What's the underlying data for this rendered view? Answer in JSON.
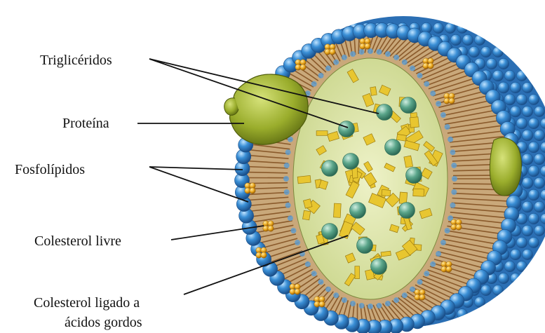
{
  "labels": {
    "triglycerides": "Triglicéridos",
    "protein": "Proteína",
    "phospholipids": "Fosfolípidos",
    "free_cholesterol": "Colesterol livre",
    "esterified_cholesterol_line1": "Colesterol ligado a",
    "esterified_cholesterol_line2": "ácidos gordos"
  },
  "colors": {
    "phospholipid_head": "#3a8fd6",
    "phospholipid_tail": "#8a5a2b",
    "protein": "#9aad2c",
    "triglyceride": "#e8c630",
    "cholesterol": "#e8a51a",
    "core_sphere": "#5aa58a",
    "core_background": "#dfe6a8"
  }
}
